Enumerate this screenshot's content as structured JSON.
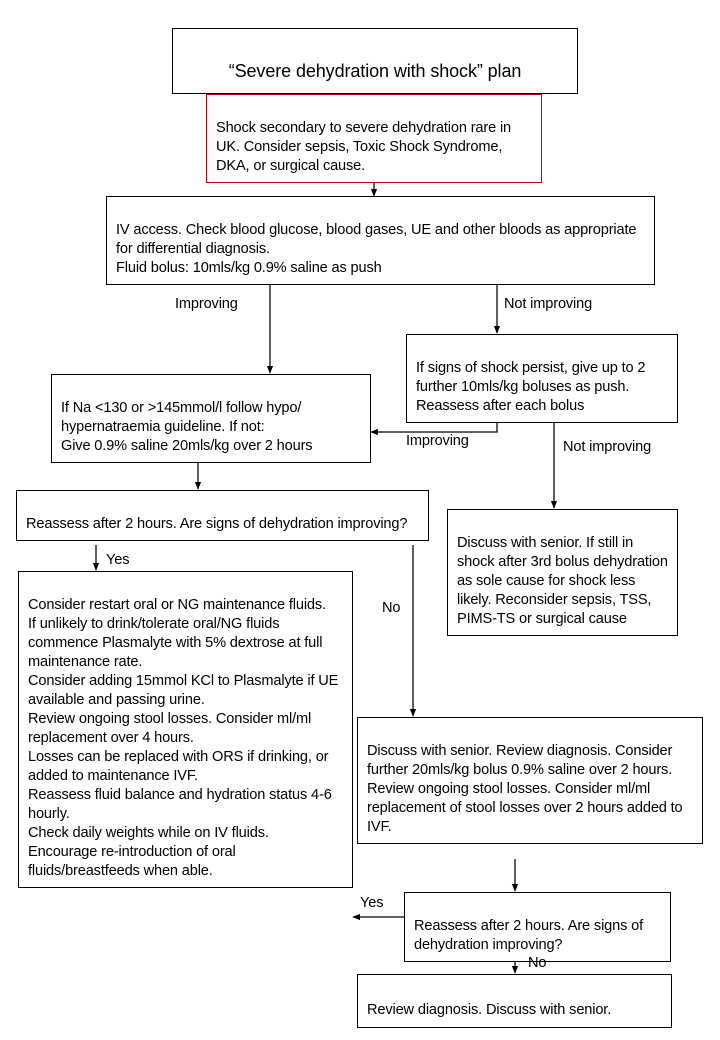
{
  "page": {
    "title": "“Severe dehydration with shock” plan",
    "background": "#ffffff",
    "line_color": "#000000",
    "alert_border_color": "#c00000"
  },
  "nodes": {
    "title_box": {
      "text": "“Severe dehydration with shock” plan"
    },
    "alert_box": {
      "text": "Shock secondary to severe dehydration rare in UK. Consider sepsis, Toxic Shock Syndrome, DKA, or surgical cause."
    },
    "iv_access": {
      "text": "IV access. Check blood glucose, blood gases, UE and other bloods as appropriate for differential diagnosis.\nFluid bolus: 10mls/kg  0.9% saline as push"
    },
    "shock_persist": {
      "text": "If signs of shock persist, give up to 2 further 10mls/kg boluses as push. Reassess after each bolus"
    },
    "sodium_check": {
      "text": "If Na <130 or >145mmol/l follow hypo/ hypernatraemia guideline.  If not:\nGive 0.9% saline 20mls/kg over 2 hours"
    },
    "reassess_left": {
      "text": "Reassess after 2 hours. Are signs of dehydration improving?"
    },
    "discuss_senior_shock": {
      "text": "Discuss with senior. If still in shock after 3rd bolus dehydration as sole cause for shock less likely. Reconsider sepsis, TSS, PIMS-TS or surgical cause"
    },
    "maintenance_plan": {
      "text": "Consider restart oral or NG maintenance fluids.\nIf unlikely to drink/tolerate oral/NG fluids commence Plasmalyte with 5% dextrose at full maintenance rate.\nConsider adding 15mmol KCl to Plasmalyte if UE available and passing urine.\nReview ongoing stool losses.  Consider ml/ml replacement over 4 hours.\nLosses can be replaced with ORS if drinking, or added to maintenance IVF.\nReassess fluid balance and hydration status 4-6 hourly.\nCheck daily weights while on IV fluids.\nEncourage re-introduction of oral fluids/breastfeeds when able."
    },
    "discuss_senior_review": {
      "text": "Discuss with senior. Review diagnosis. Consider further 20mls/kg bolus 0.9% saline over 2 hours.\nReview ongoing stool losses. Consider ml/ml replacement of stool losses over 2 hours added to IVF."
    },
    "reassess_right": {
      "text": "Reassess after 2 hours. Are signs of dehydration improving?"
    },
    "review_diagnosis": {
      "text": "Review diagnosis. Discuss with senior."
    }
  },
  "edge_labels": {
    "improving_left": "Improving",
    "not_improving_right": "Not improving",
    "improving_back": "Improving",
    "not_improving_down": "Not improving",
    "yes_left": "Yes",
    "no_middle": "No",
    "yes_bottom": "Yes",
    "no_bottom": "No"
  }
}
